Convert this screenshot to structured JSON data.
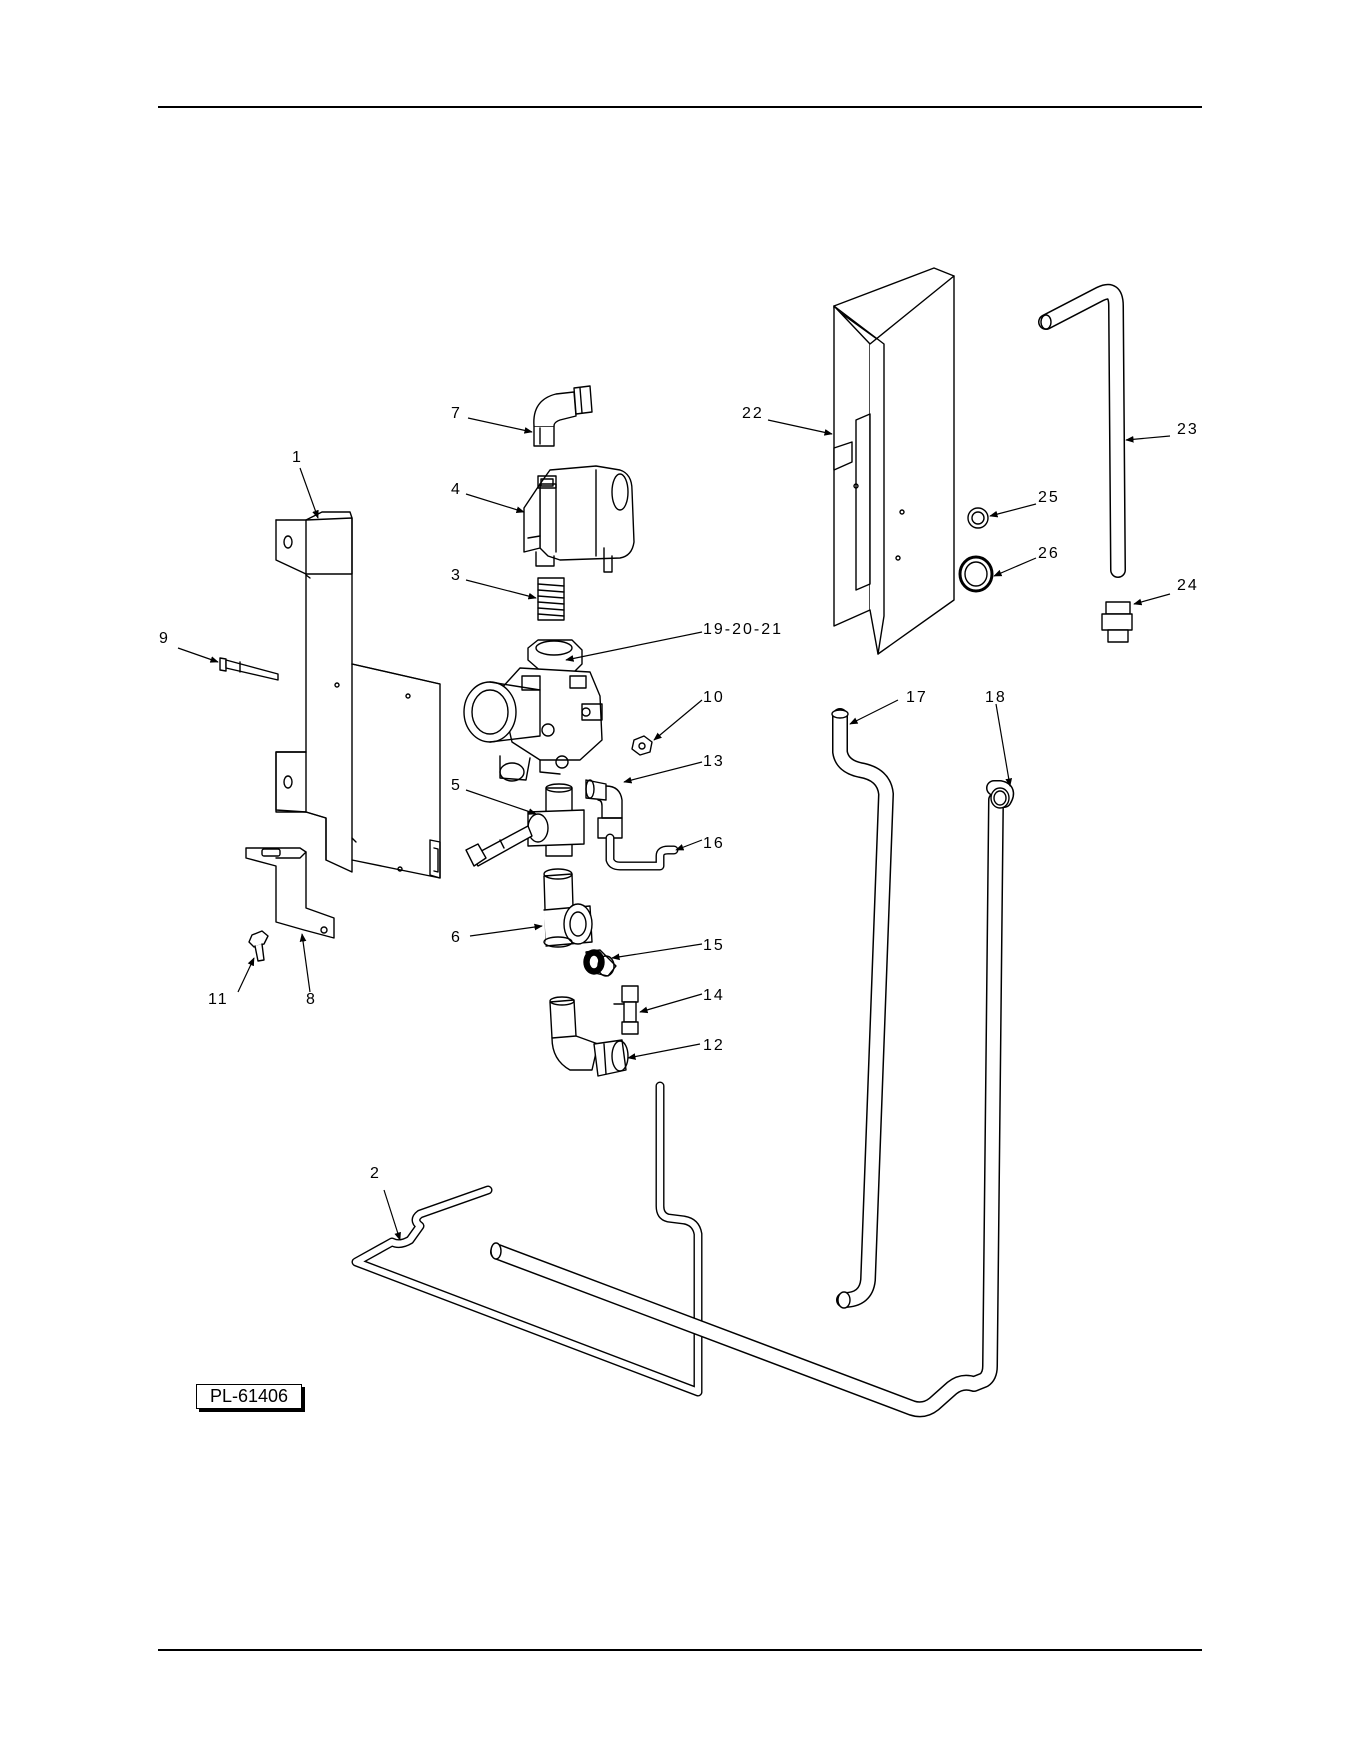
{
  "drawing_number": "PL-61406",
  "callouts": {
    "c1": "1",
    "c2": "2",
    "c3": "3",
    "c4": "4",
    "c5": "5",
    "c6": "6",
    "c7": "7",
    "c8": "8",
    "c9": "9",
    "c10": "10",
    "c11": "11",
    "c12": "12",
    "c13": "13",
    "c14": "14",
    "c15": "15",
    "c16": "16",
    "c17": "17",
    "c18": "18",
    "c19": "19-20-21",
    "c22": "22",
    "c23": "23",
    "c24": "24",
    "c25": "25",
    "c26": "26"
  }
}
